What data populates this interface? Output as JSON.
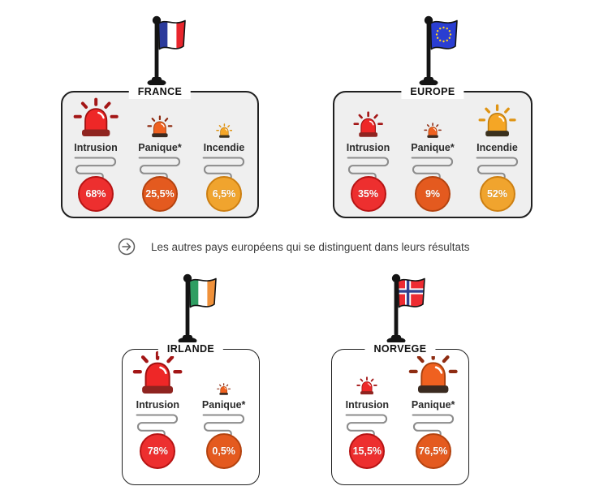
{
  "divider": {
    "icon": "arrow-right-circle-icon",
    "text": "Les autres pays européens qui se distinguent dans leurs résultats"
  },
  "panels": [
    {
      "title": "FRANCE",
      "flag": "france-flag-icon",
      "items": [
        {
          "label": "Intrusion",
          "category": "intrusion",
          "value": 68,
          "display": "68%"
        },
        {
          "label": "Panique*",
          "category": "panique",
          "value": 25.5,
          "display": "25,5%"
        },
        {
          "label": "Incendie",
          "category": "incendie",
          "value": 6.5,
          "display": "6,5%"
        }
      ]
    },
    {
      "title": "EUROPE",
      "flag": "europe-flag-icon",
      "items": [
        {
          "label": "Intrusion",
          "category": "intrusion",
          "value": 35,
          "display": "35%"
        },
        {
          "label": "Panique*",
          "category": "panique",
          "value": 9,
          "display": "9%"
        },
        {
          "label": "Incendie",
          "category": "incendie",
          "value": 52,
          "display": "52%"
        }
      ]
    },
    {
      "title": "IRLANDE",
      "flag": "ireland-flag-icon",
      "items": [
        {
          "label": "Intrusion",
          "category": "intrusion",
          "value": 78,
          "display": "78%"
        },
        {
          "label": "Panique*",
          "category": "panique",
          "value": 0.5,
          "display": "0,5%"
        }
      ]
    },
    {
      "title": "NORVEGE",
      "flag": "norway-flag-icon",
      "items": [
        {
          "label": "Intrusion",
          "category": "intrusion",
          "value": 15.5,
          "display": "15,5%"
        },
        {
          "label": "Panique*",
          "category": "panique",
          "value": 76.5,
          "display": "76,5%"
        }
      ]
    }
  ],
  "colors": {
    "intrusion": "#ed2f2f",
    "panique": "#e45a1f",
    "incendie": "#f0a42e",
    "panel_border": "#1f1f1f",
    "panel_bg_top": "#efefef",
    "panel_bg_bottom": "#ffffff",
    "connector": "#8c8c8c"
  },
  "chart_data": {
    "type": "table",
    "title": "",
    "unit": "%",
    "columns": [
      "Intrusion",
      "Panique*",
      "Incendie"
    ],
    "rows": [
      {
        "label": "FRANCE",
        "values": [
          68,
          25.5,
          6.5
        ]
      },
      {
        "label": "EUROPE",
        "values": [
          35,
          9,
          52
        ]
      },
      {
        "label": "IRLANDE",
        "values": [
          78,
          0.5,
          null
        ]
      },
      {
        "label": "NORVEGE",
        "values": [
          15.5,
          76.5,
          null
        ]
      }
    ],
    "annotation": "Les autres pays européens qui se distinguent dans leurs résultats"
  }
}
